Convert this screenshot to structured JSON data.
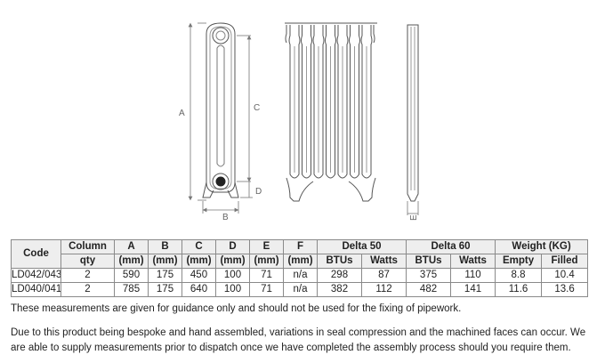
{
  "diagram": {
    "labels": {
      "a": "A",
      "b": "B",
      "c": "C",
      "d": "D",
      "e": "E"
    }
  },
  "table": {
    "headers": {
      "code": "Code",
      "column_qty": [
        "Column",
        "qty"
      ],
      "a": [
        "A",
        "(mm)"
      ],
      "b": [
        "B",
        "(mm)"
      ],
      "c": [
        "C",
        "(mm)"
      ],
      "d": [
        "D",
        "(mm)"
      ],
      "e": [
        "E",
        "(mm)"
      ],
      "f": [
        "F",
        "(mm)"
      ],
      "delta50": "Delta 50",
      "delta60": "Delta 60",
      "weight": "Weight (KG)",
      "btus": "BTUs",
      "watts": "Watts",
      "empty": "Empty",
      "filled": "Filled"
    },
    "rows": [
      [
        "LD042/043",
        "2",
        "590",
        "175",
        "450",
        "100",
        "71",
        "n/a",
        "298",
        "87",
        "375",
        "110",
        "8.8",
        "10.4"
      ],
      [
        "LD040/041",
        "2",
        "785",
        "175",
        "640",
        "100",
        "71",
        "n/a",
        "382",
        "112",
        "482",
        "141",
        "11.6",
        "13.6"
      ]
    ]
  },
  "notes": [
    "These measurements are given for guidance only and should not be used for the fixing of pipework.",
    "Due to this product being bespoke and hand assembled, variations in seal compression and the machined faces can occur. We are able to supply measurements prior to dispatch once we have completed the assembly process should you require them."
  ]
}
